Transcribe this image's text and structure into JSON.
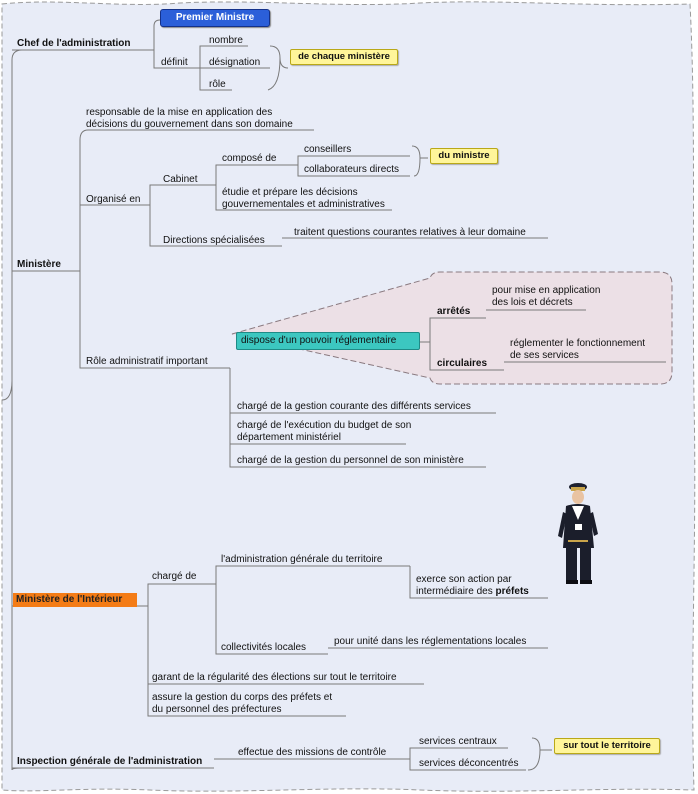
{
  "colors": {
    "background": "#e8ecf7",
    "border": "#9a9a9a",
    "line": "#777777",
    "highlight_yellow": "#fff59a",
    "premier_ministre_blue": "#2b5fd9",
    "pouvoir_teal": "#3cc7c0",
    "interieur_orange": "#f47c16",
    "callout_pink": "#ece0e6"
  },
  "icons": {
    "figure": "prefect-officer-figure"
  },
  "chef": {
    "label": "Chef de l'administration",
    "premier": "Premier Ministre",
    "definit": "définit",
    "items": [
      "nombre",
      "désignation",
      "rôle"
    ],
    "note": "de chaque ministère"
  },
  "ministere": {
    "label": "Ministère",
    "responsable": [
      "responsable de la mise en application des",
      "décisions du gouvernement dans son domaine"
    ],
    "organise": "Organisé en",
    "cabinet": "Cabinet",
    "compose": "composé de",
    "conseillers": "conseillers",
    "collaborateurs": "collaborateurs directs",
    "du_ministre": "du ministre",
    "etudie": [
      "étudie et prépare les décisions",
      "gouvernementales et administratives"
    ],
    "directions": "Directions spécialisées",
    "traitent": "traitent questions courantes relatives à leur domaine",
    "role": "Rôle administratif important",
    "dispose": "dispose d'un pouvoir réglementaire",
    "arretes": "arrêtés",
    "arretes_desc": [
      "pour mise en application",
      "des lois et décrets"
    ],
    "circulaires": "circulaires",
    "circulaires_desc": [
      "réglementer le fonctionnement",
      "de ses services"
    ],
    "gestion_courante": "chargé de la gestion courante des différents services",
    "budget": [
      "chargé de l'exécution du budget de son",
      "département ministériel"
    ],
    "personnel": "chargé de la gestion du personnel de son ministère"
  },
  "interieur": {
    "label": "Ministère de l'Intérieur",
    "charge": "chargé de",
    "admin_territoire": "l'administration générale du territoire",
    "exerce": [
      "exerce son action par",
      "intermédiaire des "
    ],
    "prefets": "préfets",
    "collectivites": "collectivités locales",
    "unite": "pour unité dans les réglementations locales",
    "garant": "garant de la régularité des élections sur tout le territoire",
    "assure": [
      "assure la gestion du corps des préfets et",
      "du personnel des préfectures"
    ]
  },
  "inspection": {
    "label": "Inspection générale de l'administration",
    "effectue": "effectue des missions de contrôle",
    "centraux": "services centraux",
    "deconcentres": "services déconcentrés",
    "tout": "sur tout le territoire"
  }
}
